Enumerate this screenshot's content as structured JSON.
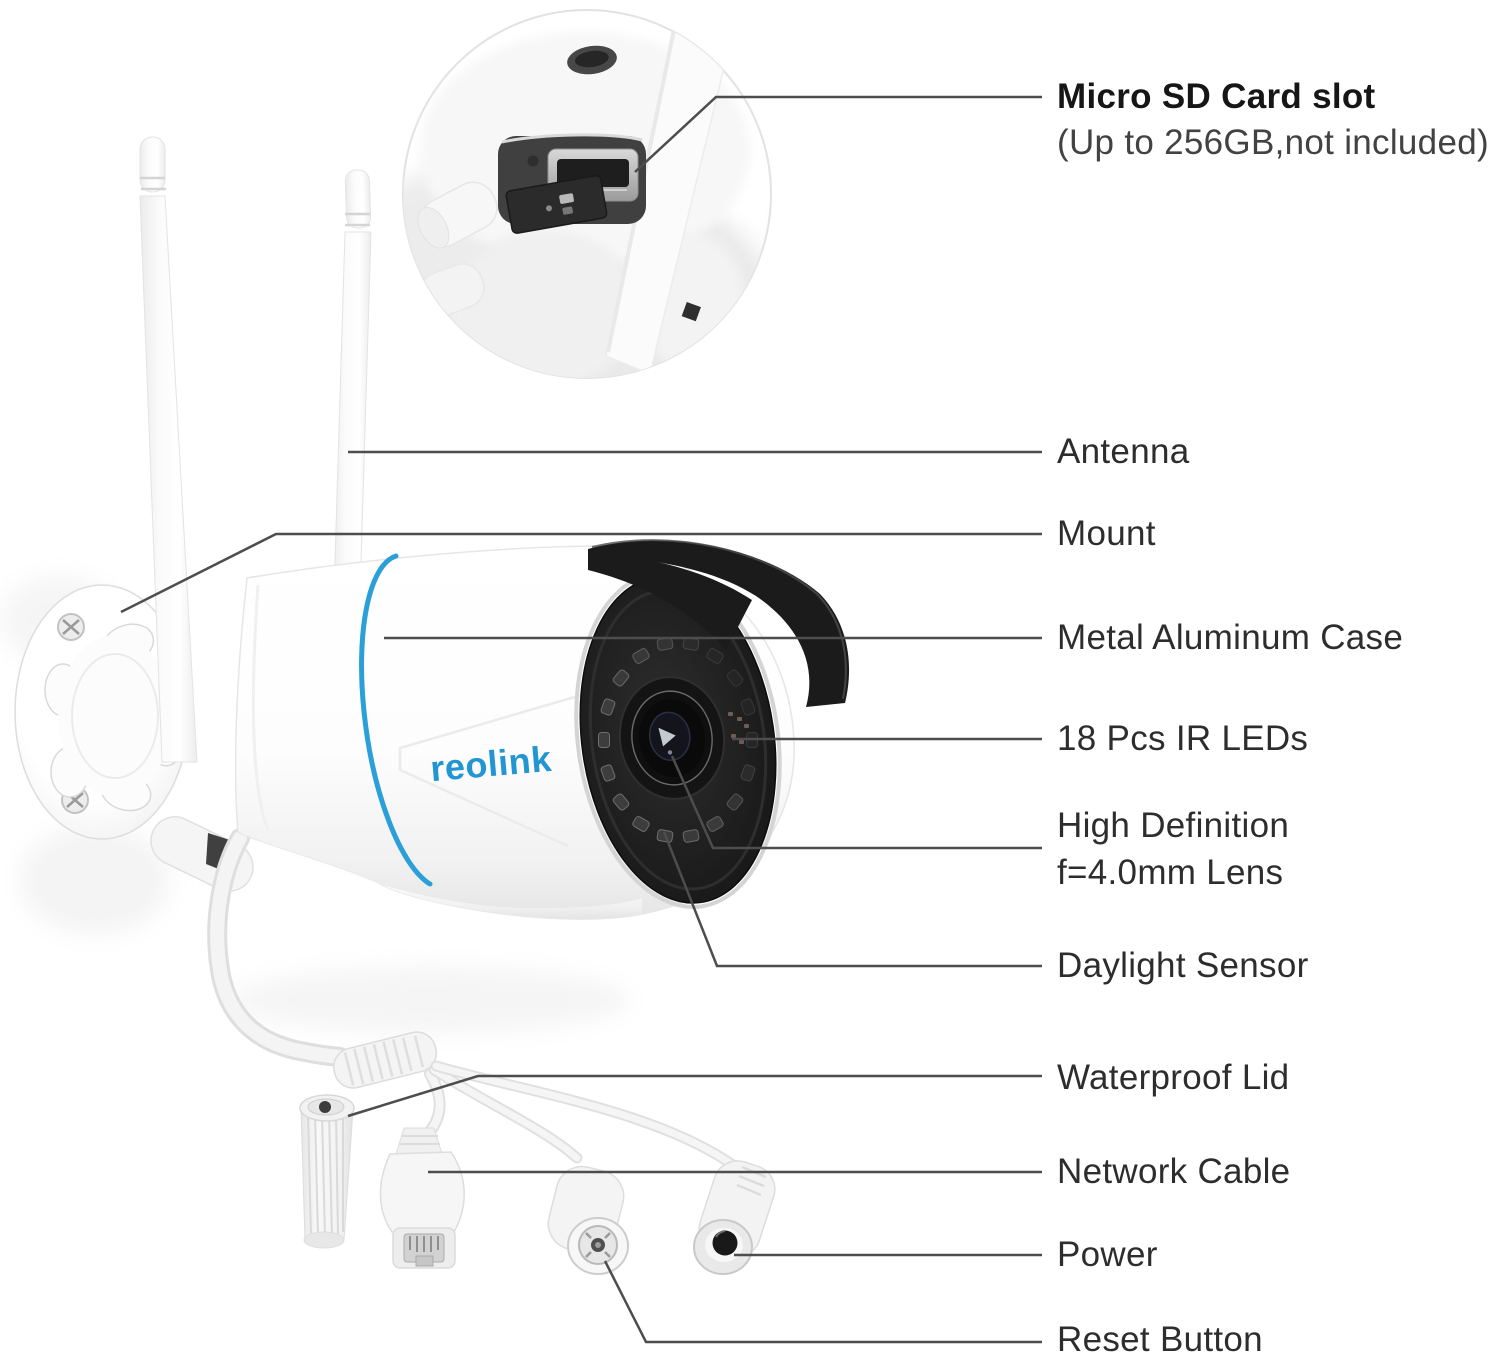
{
  "page": {
    "title": "Security camera parts diagram",
    "background": "#ffffff"
  },
  "brand": {
    "logo_text": "reolink",
    "logo_color": "#2196d3",
    "accent_ring_color": "#2b9fd8"
  },
  "callouts": {
    "micro_sd_slot": {
      "title": "Micro SD Card slot",
      "subtitle": "(Up to 256GB,not included)"
    },
    "antenna": {
      "label": "Antenna"
    },
    "mount": {
      "label": "Mount"
    },
    "metal_case": {
      "label": "Metal Aluminum Case"
    },
    "ir_leds": {
      "label": "18 Pcs IR LEDs"
    },
    "lens": {
      "line1": "High Definition",
      "line2": "f=4.0mm Lens"
    },
    "daylight_sensor": {
      "label": "Daylight Sensor"
    },
    "waterproof_lid": {
      "label": "Waterproof Lid"
    },
    "network_cable": {
      "label": "Network Cable"
    },
    "power": {
      "label": "Power"
    },
    "reset_button": {
      "label": "Reset Button"
    }
  },
  "style": {
    "label_color": "#2d2d2d",
    "leader_color": "#4d4d4d"
  }
}
